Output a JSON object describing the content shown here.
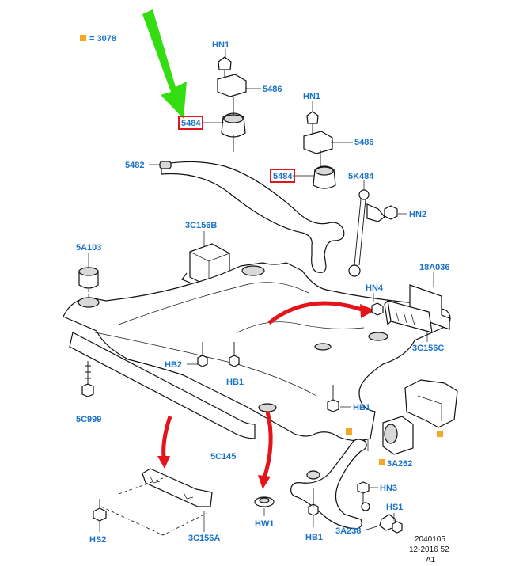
{
  "legend": {
    "text": "= 3078",
    "swatch_color": "#f5a623"
  },
  "colors": {
    "label": "#1a73c8",
    "highlight_box": "#e3151a",
    "green_arrow": "#33dd11",
    "red_arrow": "#e3151a",
    "marker": "#f5a623"
  },
  "labels": {
    "hn1_a": "HN1",
    "p5486_a": "5486",
    "p5484_a": "5484",
    "hn1_b": "HN1",
    "p5486_b": "5486",
    "p5482": "5482",
    "p5484_b": "5484",
    "p5k484": "5K484",
    "hn2": "HN2",
    "p3c156b": "3C156B",
    "p5a103": "5A103",
    "p18a036": "18A036",
    "hn4": "HN4",
    "p3c156c": "3C156C",
    "hb2": "HB2",
    "hb1_a": "HB1",
    "hb1_b": "HB1",
    "p5c999": "5C999",
    "p5c145": "5C145",
    "p3a262": "3A262",
    "hn3": "HN3",
    "hs1": "HS1",
    "hw1": "HW1",
    "hs2": "HS2",
    "p3c156a": "3C156A",
    "p3a238": "3A238",
    "hb1_c": "HB1"
  },
  "footer": {
    "line1": "2040105",
    "line2": "12-2016 52",
    "line3": "A1"
  }
}
